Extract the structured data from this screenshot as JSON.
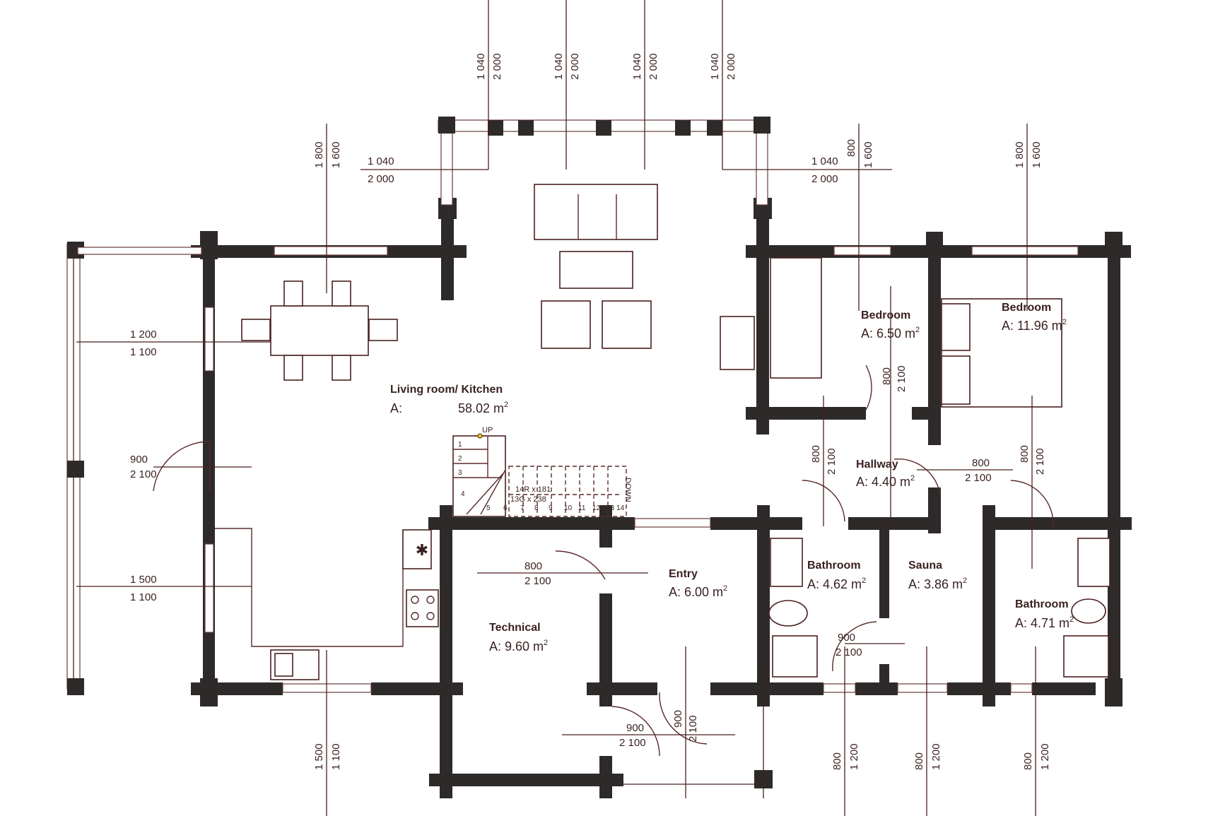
{
  "rooms": [
    {
      "name": "Living room/ Kitchen",
      "area_label": "A:",
      "area_value": "58.02 m",
      "sup": "2"
    },
    {
      "name": "Bedroom",
      "area": "A: 6.50 m",
      "sup": "2"
    },
    {
      "name": "Bedroom",
      "area": "A: 11.96 m",
      "sup": "2"
    },
    {
      "name": "Hallway",
      "area": "A: 4.40 m",
      "sup": "2"
    },
    {
      "name": "Entry",
      "area": "A: 6.00 m",
      "sup": "2"
    },
    {
      "name": "Technical",
      "area": "A: 9.60 m",
      "sup": "2"
    },
    {
      "name": "Bathroom",
      "area": "A: 4.62 m",
      "sup": "2"
    },
    {
      "name": "Sauna",
      "area": "A: 3.86 m",
      "sup": "2"
    },
    {
      "name": "Bathroom",
      "area": "A: 4.71 m",
      "sup": "2"
    }
  ],
  "dims": {
    "w1040": "1 040",
    "h2000": "2 000",
    "w1800": "1 800",
    "h1600": "1 600",
    "w1200": "1 200",
    "h1100": "1 100",
    "w900": "900",
    "h2100": "2 100",
    "w1500": "1 500",
    "w800": "800",
    "h1200": "1 200"
  },
  "stair": {
    "up": "UP",
    "down": "DOWN",
    "riser": "14R x 181",
    "tread": "13G x 238",
    "steps": [
      "1",
      "2",
      "3",
      "4",
      "5",
      "6",
      "7",
      "8",
      "9",
      "10",
      "11",
      "12",
      "13",
      "14"
    ]
  },
  "colors": {
    "wall": "#2e2a2a",
    "line": "#4a1f1f"
  }
}
